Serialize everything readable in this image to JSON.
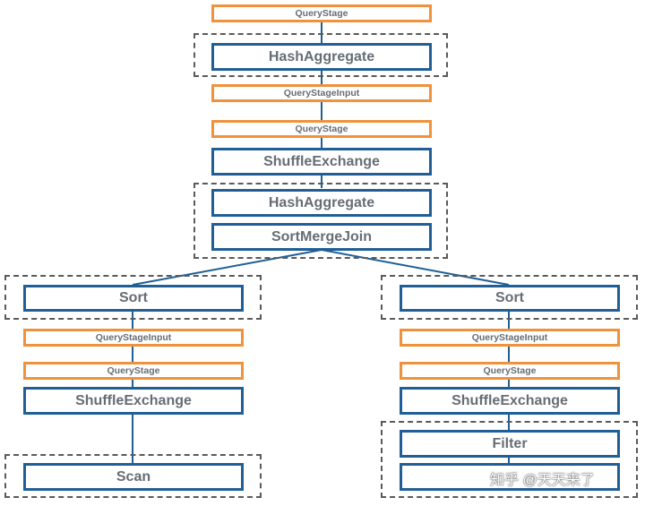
{
  "root": {
    "querystage_top": "QueryStage",
    "hashaggregate_top": "HashAggregate",
    "querystageinput_mid": "QueryStageInput",
    "querystage_mid": "QueryStage",
    "shuffleexchange_mid": "ShuffleExchange",
    "hashaggregate_mid": "HashAggregate",
    "sortmergejoin": "SortMergeJoin"
  },
  "left": {
    "sort": "Sort",
    "querystageinput": "QueryStageInput",
    "querystage": "QueryStage",
    "shuffleexchange": "ShuffleExchange",
    "scan": "Scan"
  },
  "right": {
    "sort": "Sort",
    "querystageinput": "QueryStageInput",
    "querystage": "QueryStage",
    "shuffleexchange": "ShuffleExchange",
    "filter": "Filter",
    "bottom_node": ""
  },
  "watermark": "知乎 @天天来了",
  "colors": {
    "operator_border": "#1f5f95",
    "querystage_border": "#f0923c",
    "group_border": "#5a5a5a",
    "text": "#666d74"
  }
}
